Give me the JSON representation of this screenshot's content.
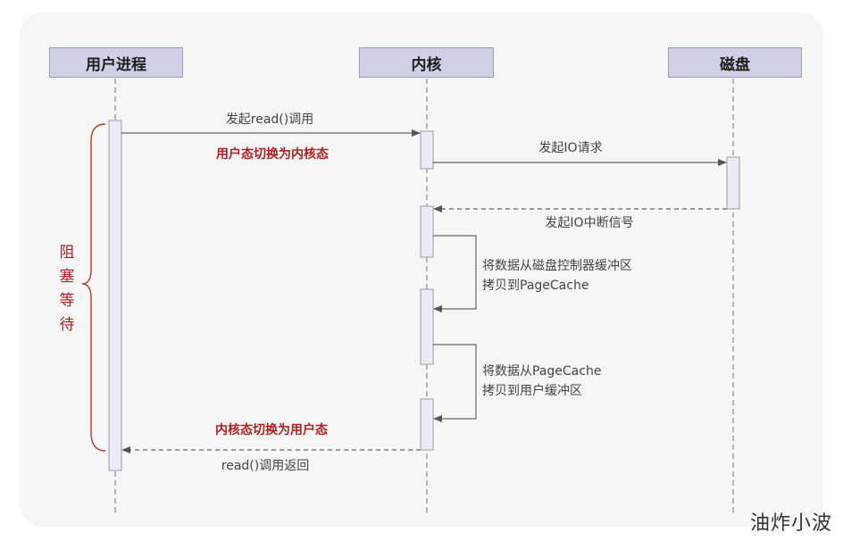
{
  "participants": {
    "user": "用户进程",
    "kernel": "内核",
    "disk": "磁盘"
  },
  "messages": {
    "read_call": "发起read()调用",
    "io_request": "发起IO请求",
    "io_interrupt": "发起IO中断信号",
    "copy_to_pagecache_1": "将数据从磁盘控制器缓冲区",
    "copy_to_pagecache_2": "拷贝到PageCache",
    "copy_to_user_1": "将数据从PageCache",
    "copy_to_user_2": "拷贝到用户缓冲区",
    "read_return": "read()调用返回"
  },
  "notes": {
    "user_to_kernel": "用户态切换为内核态",
    "kernel_to_user": "内核态切换为用户态",
    "blocking": [
      "阻",
      "塞",
      "等",
      "待"
    ]
  },
  "watermark": "油炸小波",
  "colors": {
    "header_fill": "#cfd0e6",
    "activation_fill": "#ecebf5",
    "accent_red": "#b21f1f",
    "line": "#666666"
  }
}
